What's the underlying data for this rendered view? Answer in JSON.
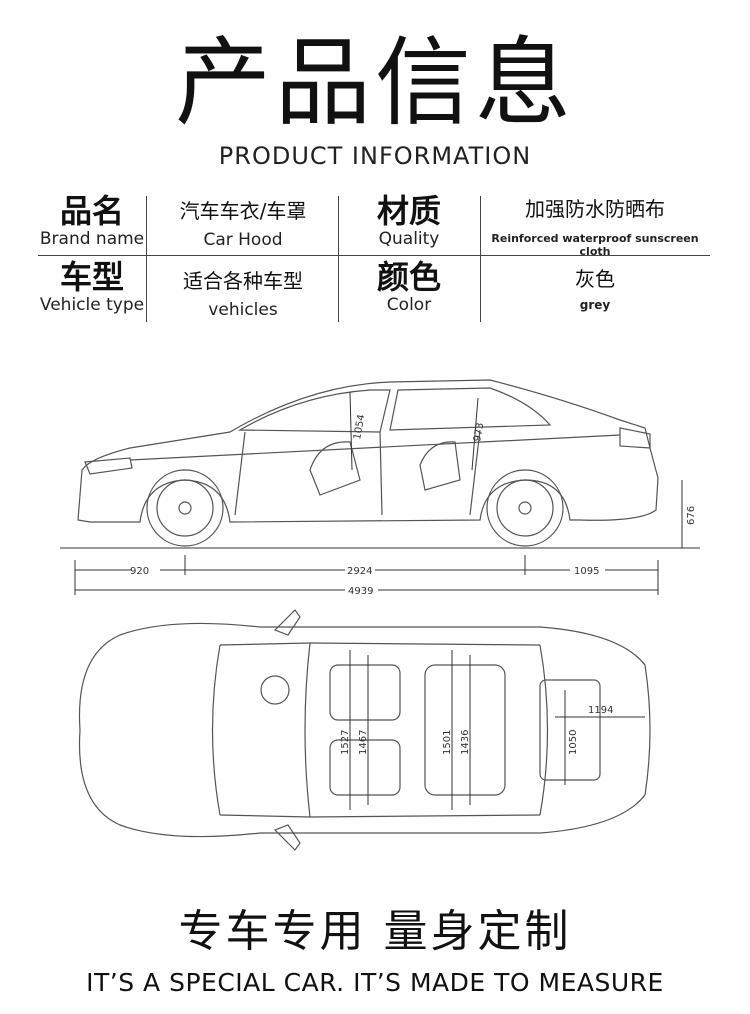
{
  "header": {
    "title_zh": "产品信息",
    "title_en": "PRODUCT INFORMATION"
  },
  "info": {
    "brand_label_zh": "品名",
    "brand_label_en": "Brand name",
    "brand_value_zh": "汽车车衣/车罩",
    "brand_value_en": "Car Hood",
    "material_label_zh": "材质",
    "material_label_en": "Quality",
    "material_value_zh": "加强防水防晒布",
    "material_value_en": "Reinforced waterproof sunscreen cloth",
    "type_label_zh": "车型",
    "type_label_en": "Vehicle type",
    "type_value_zh": "适合各种车型",
    "type_value_en": "vehicles",
    "color_label_zh": "颜色",
    "color_label_en": "Color",
    "color_value_zh": "灰色",
    "color_value_en": "grey"
  },
  "dimensions": {
    "front_overhang": "920",
    "wheelbase": "2924",
    "rear_overhang": "1095",
    "length": "4939",
    "height_side": "676",
    "front_headroom": "1054",
    "rear_headroom": "973",
    "front_shoulder": "1527",
    "front_hip": "1467",
    "rear_shoulder": "1501",
    "rear_hip": "1436",
    "trunk_length": "1194",
    "trunk_width": "1050"
  },
  "footer": {
    "slogan_zh": "专车专用  量身定制",
    "slogan_en": "IT’S A SPECIAL CAR. IT’S MADE TO MEASURE"
  }
}
